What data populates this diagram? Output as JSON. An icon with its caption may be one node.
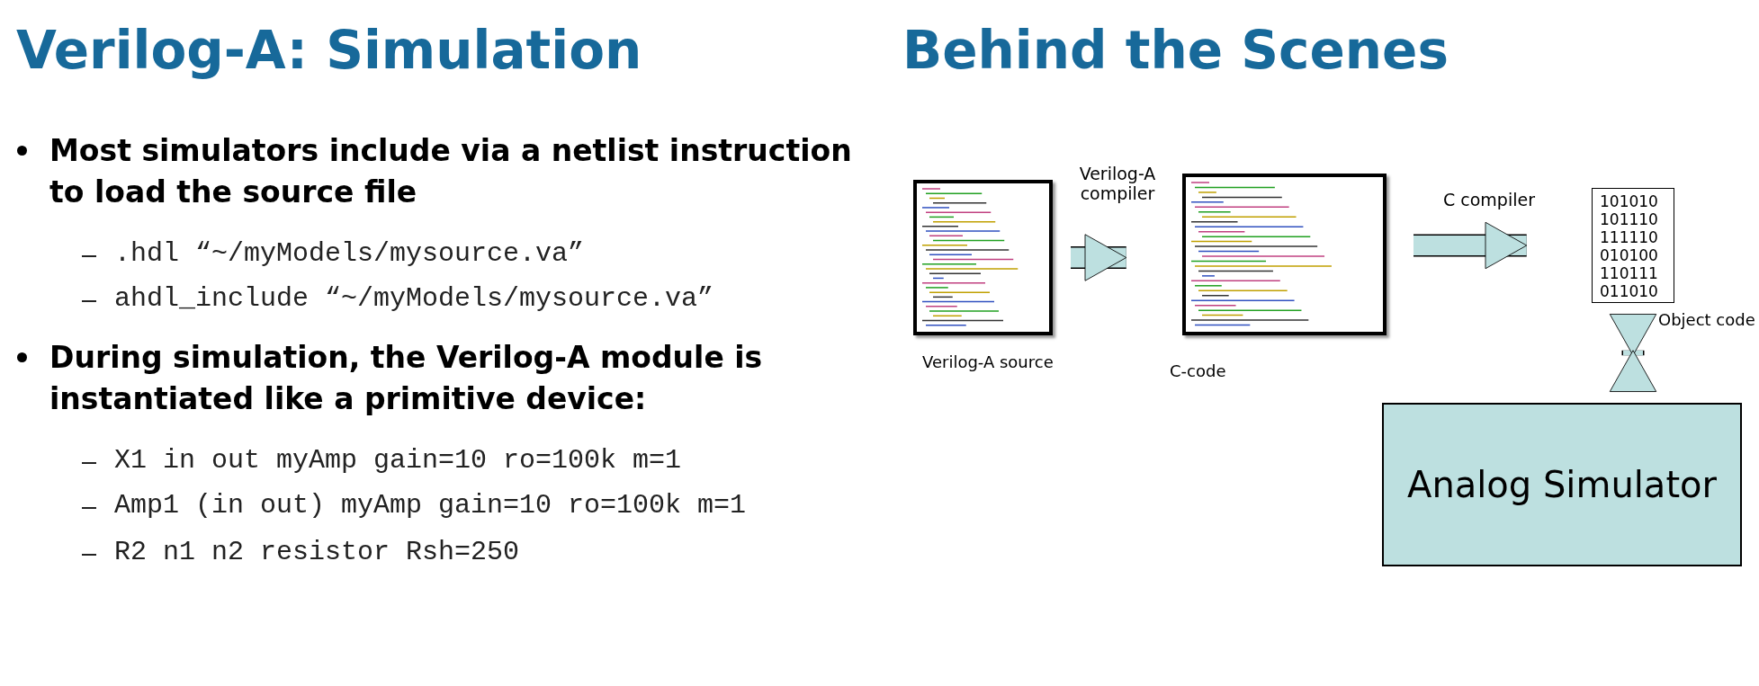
{
  "diagram": {
    "title": "Behind the Scenes",
    "nodes": [
      {
        "text": [],
        "shape": "picture",
        "beside": [
          "Verilog-A source"
        ]
      },
      {
        "text": [],
        "shape": "picture",
        "beside": [
          "C-code"
        ]
      },
      {
        "text": [
          "101010 101110 111110 010100 110111 011010"
        ],
        "beside": [
          "Object code"
        ]
      },
      {
        "text": [
          "Analog Simulator"
        ]
      }
    ],
    "edges": [
      {
        "from": 0,
        "to": 1,
        "arrow": "to",
        "label": "Verilog-A compiler"
      },
      {
        "from": 1,
        "to": 2,
        "arrow": "to",
        "label": "C compiler"
      },
      {
        "from": 2,
        "to": 3,
        "arrow": "both"
      }
    ],
    "labels": [
      "Verilog-A: Simulation",
      "Most simulators include via a netlist instruction to load the source file",
      ".hdl “~/myModels/mysource.va”",
      "ahdl_include “~/myModels/mysource.va”",
      "During simulation, the Verilog-A module is instantiated like a primitive device:",
      "X1 in out myAmp gain=10 ro=100k m=1",
      "Amp1 (in out) myAmp gain=10 ro=100k m=1",
      "R2 n1 n2 resistor Rsh=250"
    ]
  }
}
